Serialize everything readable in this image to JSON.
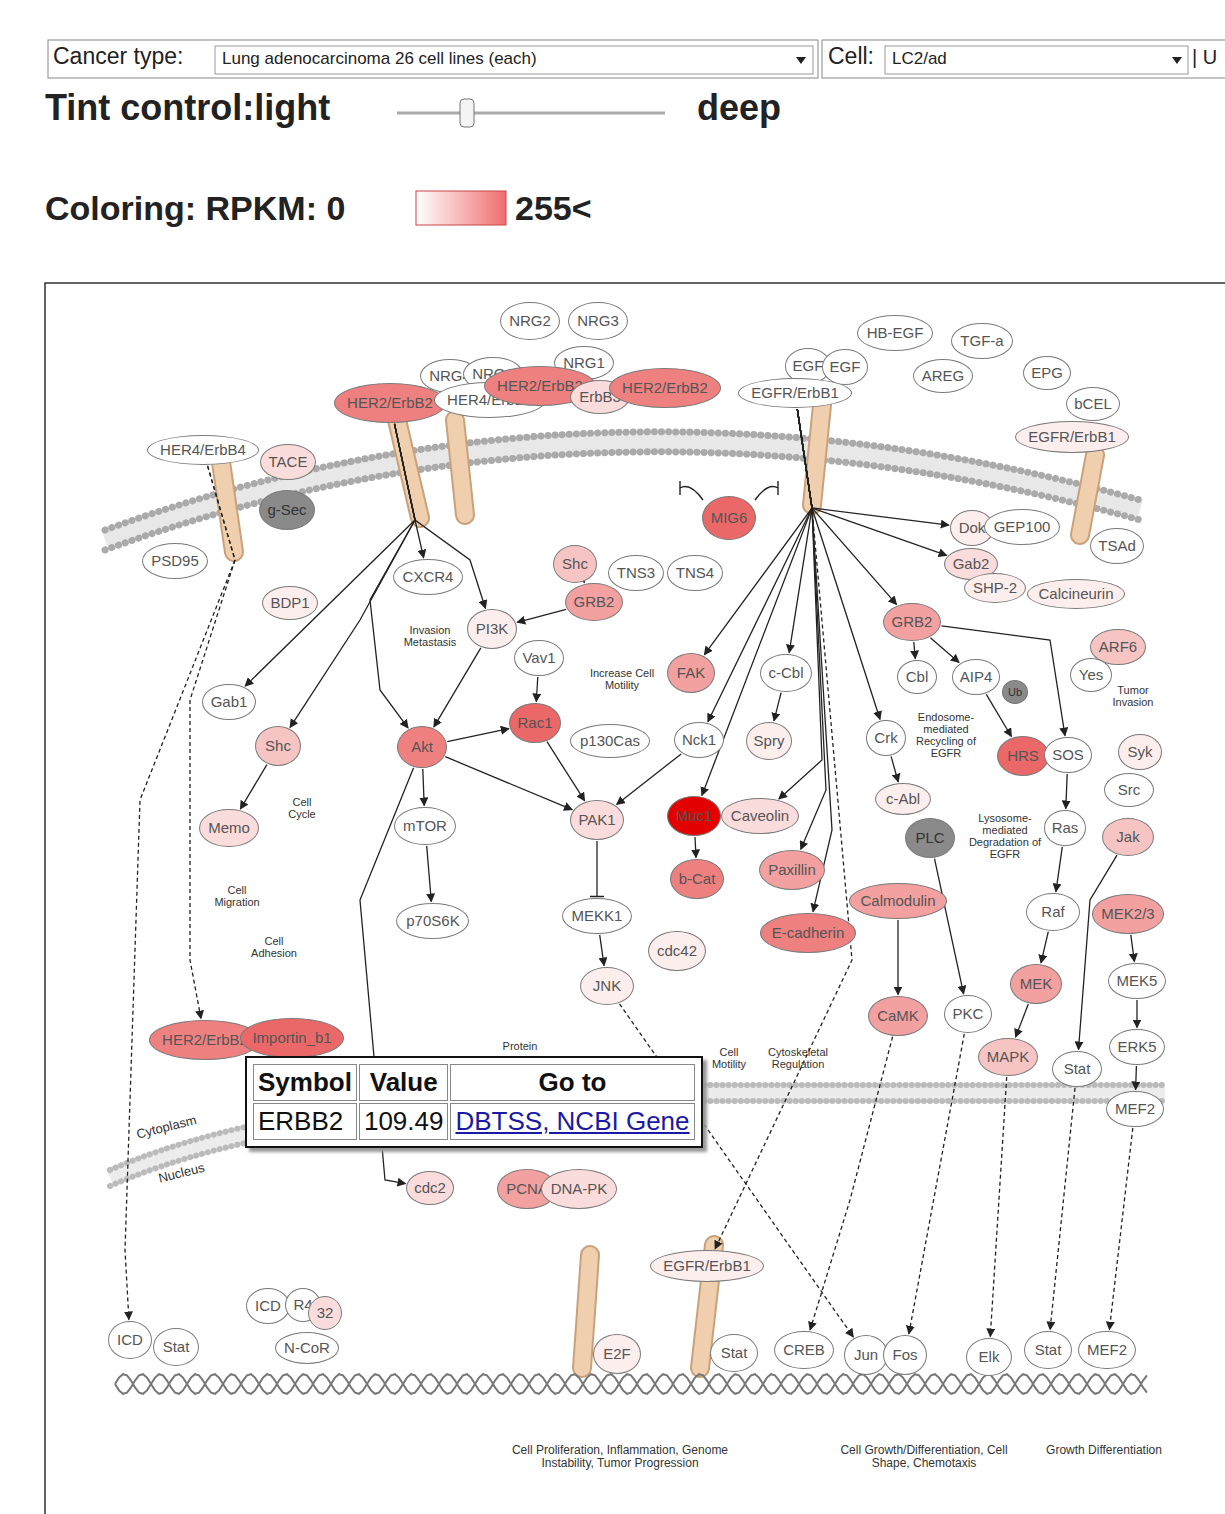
{
  "diagram": {
    "nodes": [
      {
        "text": [
          "NRG2"
        ]
      },
      {
        "text": [
          "NRG3"
        ]
      },
      {
        "text": [
          "NRG4"
        ]
      },
      {
        "text": [
          "NRG4"
        ]
      },
      {
        "text": [
          "NRG1"
        ]
      },
      {
        "text": [
          "HER2/ErbB2"
        ]
      },
      {
        "text": [
          "HER4/ErbB4"
        ]
      },
      {
        "text": [
          "HER2/ErbB2"
        ]
      },
      {
        "text": [
          "ErbB3"
        ]
      },
      {
        "text": [
          "HER2/ErbB2"
        ]
      },
      {
        "text": [
          "EGF"
        ]
      },
      {
        "text": [
          "EGF"
        ]
      },
      {
        "text": [
          "EGFR/ErbB1"
        ]
      },
      {
        "text": [
          "HB-EGF"
        ]
      },
      {
        "text": [
          "TGF-a"
        ]
      },
      {
        "text": [
          "AREG"
        ]
      },
      {
        "text": [
          "EPG"
        ]
      },
      {
        "text": [
          "bCEL"
        ]
      },
      {
        "text": [
          "EGFR/ErbB1"
        ]
      },
      {
        "text": [
          "HER4/ErbB4"
        ]
      },
      {
        "text": [
          "TACE"
        ]
      },
      {
        "text": [
          "g-Sec"
        ]
      },
      {
        "text": [
          "PSD95"
        ]
      },
      {
        "text": [
          "MIG6"
        ]
      },
      {
        "text": [
          "Dok"
        ]
      },
      {
        "text": [
          "GEP100"
        ]
      },
      {
        "text": [
          "Gab2"
        ]
      },
      {
        "text": [
          "SHP-2"
        ]
      },
      {
        "text": [
          "Calcineurin"
        ]
      },
      {
        "text": [
          "TSAd"
        ]
      },
      {
        "text": [
          "Shc"
        ]
      },
      {
        "text": [
          "GRB2"
        ]
      },
      {
        "text": [
          "TNS3"
        ]
      },
      {
        "text": [
          "TNS4"
        ]
      },
      {
        "text": [
          "CXCR4"
        ]
      },
      {
        "text": [
          "BDP1"
        ]
      },
      {
        "text": [
          "PI3K"
        ]
      },
      {
        "text": [
          "Vav1"
        ]
      },
      {
        "text": [
          "Gab1"
        ]
      },
      {
        "text": [
          "Shc"
        ]
      },
      {
        "text": [
          "Akt"
        ]
      },
      {
        "text": [
          "Rac1"
        ]
      },
      {
        "text": [
          "FAK"
        ]
      },
      {
        "text": [
          "p130Cas"
        ]
      },
      {
        "text": [
          "c-Cbl"
        ]
      },
      {
        "text": [
          "Nck1"
        ]
      },
      {
        "text": [
          "Spry"
        ]
      },
      {
        "text": [
          "GRB2"
        ]
      },
      {
        "text": [
          "Cbl"
        ]
      },
      {
        "text": [
          "AIP4"
        ]
      },
      {
        "text": [
          "Ub"
        ]
      },
      {
        "text": [
          "HRS"
        ]
      },
      {
        "text": [
          "SOS"
        ]
      },
      {
        "text": [
          "ARF6"
        ]
      },
      {
        "text": [
          "Yes"
        ]
      },
      {
        "text": [
          "Syk"
        ]
      },
      {
        "text": [
          "Src"
        ]
      },
      {
        "text": [
          "Jak"
        ]
      },
      {
        "text": [
          "Crk"
        ]
      },
      {
        "text": [
          "c-Abl"
        ]
      },
      {
        "text": [
          "PLC"
        ]
      },
      {
        "text": [
          "Ras"
        ]
      },
      {
        "text": [
          "Memo"
        ]
      },
      {
        "text": [
          "mTOR"
        ]
      },
      {
        "text": [
          "PAK1"
        ]
      },
      {
        "text": [
          "Muc1"
        ]
      },
      {
        "text": [
          "Caveolin"
        ]
      },
      {
        "text": [
          "b-Cat"
        ]
      },
      {
        "text": [
          "Paxillin"
        ]
      },
      {
        "text": [
          "Calmodulin"
        ]
      },
      {
        "text": [
          "E-cadherin"
        ]
      },
      {
        "text": [
          "MEKK1"
        ]
      },
      {
        "text": [
          "p70S6K"
        ]
      },
      {
        "text": [
          "cdc42"
        ]
      },
      {
        "text": [
          "Raf"
        ]
      },
      {
        "text": [
          "MEK2/3"
        ]
      },
      {
        "text": [
          "JNK"
        ]
      },
      {
        "text": [
          "MEK"
        ]
      },
      {
        "text": [
          "MEK5"
        ]
      },
      {
        "text": [
          "CaMK"
        ]
      },
      {
        "text": [
          "PKC"
        ]
      },
      {
        "text": [
          "ERK5"
        ]
      },
      {
        "text": [
          "MAPK"
        ]
      },
      {
        "text": [
          "Stat"
        ]
      },
      {
        "text": [
          "MEF2"
        ]
      },
      {
        "text": [
          "HER2/ErbB2"
        ]
      },
      {
        "text": [
          "Importin_b1"
        ]
      },
      {
        "text": [
          "cdc2"
        ]
      },
      {
        "text": [
          "PCNA"
        ]
      },
      {
        "text": [
          "DNA-PK"
        ]
      },
      {
        "text": [
          "EGFR/ErbB1"
        ]
      },
      {
        "text": [
          "ICD"
        ]
      },
      {
        "text": [
          "Stat"
        ]
      },
      {
        "text": [
          "ICD"
        ]
      },
      {
        "text": [
          "R4"
        ]
      },
      {
        "text": [
          "32"
        ]
      },
      {
        "text": [
          "N-CoR"
        ]
      },
      {
        "text": [
          "E2F"
        ]
      },
      {
        "text": [
          "Stat"
        ]
      },
      {
        "text": [
          "CREB"
        ]
      },
      {
        "text": [
          "Jun"
        ]
      },
      {
        "text": [
          "Fos"
        ]
      },
      {
        "text": [
          "Elk"
        ]
      },
      {
        "text": [
          "Stat"
        ]
      },
      {
        "text": [
          "MEF2"
        ]
      }
    ],
    "edges": [
      {
        "from": 12,
        "to": 42,
        "arrow": "to"
      },
      {
        "from": 12,
        "to": 44,
        "arrow": "to"
      },
      {
        "from": 12,
        "to": 45,
        "arrow": "to"
      },
      {
        "from": 12,
        "to": 65,
        "arrow": "to"
      },
      {
        "from": 12,
        "to": 66,
        "arrow": "to"
      },
      {
        "from": 12,
        "to": 68,
        "arrow": "to"
      },
      {
        "from": 12,
        "to": 70,
        "arrow": "to"
      },
      {
        "from": 12,
        "to": 58,
        "arrow": "to"
      },
      {
        "from": 12,
        "to": 47,
        "arrow": "to"
      },
      {
        "from": 12,
        "to": 24,
        "arrow": "to"
      },
      {
        "from": 12,
        "to": 26,
        "arrow": "to"
      },
      {
        "from": 12,
        "to": 90,
        "arrow": "to"
      },
      {
        "from": 5,
        "to": 34,
        "arrow": "to"
      },
      {
        "from": 5,
        "to": 38,
        "arrow": "to"
      },
      {
        "from": 5,
        "to": 40,
        "arrow": "to"
      },
      {
        "from": 5,
        "to": 36,
        "arrow": "to"
      },
      {
        "from": 5,
        "to": 39,
        "arrow": "to"
      },
      {
        "from": 19,
        "to": 85,
        "arrow": "to"
      },
      {
        "from": 19,
        "to": 91,
        "arrow": "to"
      },
      {
        "from": 36,
        "to": 40,
        "arrow": "to"
      },
      {
        "from": 37,
        "to": 41,
        "arrow": "to"
      },
      {
        "from": 40,
        "to": 41,
        "arrow": "to"
      },
      {
        "from": 40,
        "to": 64,
        "arrow": "to"
      },
      {
        "from": 41,
        "to": 64,
        "arrow": "to"
      },
      {
        "from": 40,
        "to": 63,
        "arrow": "to"
      },
      {
        "from": 63,
        "to": 72,
        "arrow": "to"
      },
      {
        "from": 39,
        "to": 62,
        "arrow": "to"
      },
      {
        "from": 64,
        "to": 71,
        "arrow": "none"
      },
      {
        "from": 71,
        "to": 76,
        "arrow": "to"
      },
      {
        "from": 65,
        "to": 67,
        "arrow": "to"
      },
      {
        "from": 45,
        "to": 64,
        "arrow": "to"
      },
      {
        "from": 44,
        "to": 46,
        "arrow": "to"
      },
      {
        "from": 47,
        "to": 48,
        "arrow": "to"
      },
      {
        "from": 47,
        "to": 49,
        "arrow": "to"
      },
      {
        "from": 49,
        "to": 51,
        "arrow": "to"
      },
      {
        "from": 47,
        "to": 52,
        "arrow": "to"
      },
      {
        "from": 52,
        "to": 61,
        "arrow": "to"
      },
      {
        "from": 61,
        "to": 74,
        "arrow": "to"
      },
      {
        "from": 74,
        "to": 77,
        "arrow": "to"
      },
      {
        "from": 77,
        "to": 82,
        "arrow": "to"
      },
      {
        "from": 58,
        "to": 59,
        "arrow": "to"
      },
      {
        "from": 69,
        "to": 79,
        "arrow": "to"
      },
      {
        "from": 60,
        "to": 80,
        "arrow": "to"
      },
      {
        "from": 75,
        "to": 78,
        "arrow": "to"
      },
      {
        "from": 78,
        "to": 81,
        "arrow": "to"
      },
      {
        "from": 81,
        "to": 84,
        "arrow": "to"
      },
      {
        "from": 57,
        "to": 83,
        "arrow": "to"
      },
      {
        "from": 31,
        "to": 36,
        "arrow": "to"
      },
      {
        "from": 30,
        "to": 31,
        "arrow": "to"
      },
      {
        "from": 82,
        "to": 102,
        "arrow": "to"
      },
      {
        "from": 83,
        "to": 103,
        "arrow": "to"
      },
      {
        "from": 84,
        "to": 104,
        "arrow": "to"
      },
      {
        "from": 76,
        "to": 100,
        "arrow": "to"
      },
      {
        "from": 79,
        "to": 99,
        "arrow": "to"
      },
      {
        "from": 80,
        "to": 101,
        "arrow": "to"
      },
      {
        "from": 40,
        "to": 87,
        "arrow": "to"
      }
    ],
    "labels": [
      "Cancer type:",
      "Lung adenocarcinoma 26 cell lines (each)",
      "Cell:",
      "LC2/ad",
      "| U",
      "Tint control:light",
      "deep",
      "Coloring: RPKM: 0",
      "255<",
      "Invasion Metastasis",
      "Increase Cell Motility",
      "Cell Cycle",
      "Cell Migration",
      "Cell Adhesion",
      "Protein",
      "Cell Motility",
      "Cytoskeletal Regulation",
      "Endosome-mediated Recycling of EGFR",
      "Lysosome-mediated Degradation of EGFR",
      "Tumor Invasion",
      "Cytoplasm",
      "Nucleus",
      "Cell Proliferation, Inflammation, Genome Instability, Tumor Progression",
      "Cell Growth/Differentiation, Cell Shape, Chemotaxis",
      "Growth Differentiation",
      "Symbol",
      "Value",
      "Go to",
      "ERBB2",
      "109.49",
      "DBTSS, NCBI Gene"
    ]
  }
}
